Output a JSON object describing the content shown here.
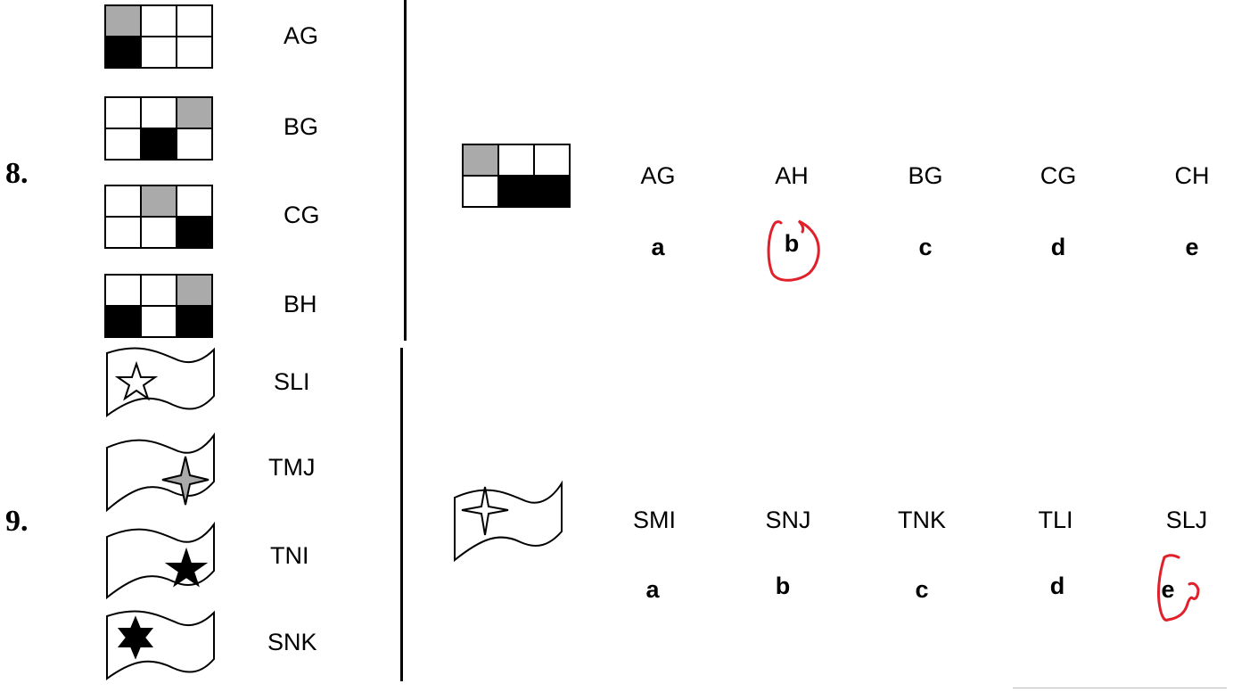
{
  "questions": [
    {
      "number": "8.",
      "examples": [
        {
          "code": "AG",
          "figure": "grid-gray-top-left-black-bottom-left"
        },
        {
          "code": "BG",
          "figure": "grid-gray-top-right-black-bottom-middle"
        },
        {
          "code": "CG",
          "figure": "grid-gray-top-middle-black-bottom-right"
        },
        {
          "code": "BH",
          "figure": "grid-gray-top-right-black-bottom-left-and-right"
        }
      ],
      "target_figure": "grid-gray-top-left-black-bottom-middle-and-right",
      "options": [
        {
          "code": "AG",
          "letter": "a"
        },
        {
          "code": "AH",
          "letter": "b"
        },
        {
          "code": "BG",
          "letter": "c"
        },
        {
          "code": "CG",
          "letter": "d"
        },
        {
          "code": "CH",
          "letter": "e"
        }
      ],
      "circled_answer": "b"
    },
    {
      "number": "9.",
      "examples": [
        {
          "code": "SLI",
          "figure": "flag-white-five-point-star-left"
        },
        {
          "code": "TMJ",
          "figure": "flag-gray-four-point-star-right"
        },
        {
          "code": "TNI",
          "figure": "flag-black-five-point-star-right"
        },
        {
          "code": "SNK",
          "figure": "flag-black-six-point-star-left"
        }
      ],
      "target_figure": "flag-white-four-point-star-left",
      "options": [
        {
          "code": "SMI",
          "letter": "a"
        },
        {
          "code": "SNJ",
          "letter": "b"
        },
        {
          "code": "TNK",
          "letter": "c"
        },
        {
          "code": "TLI",
          "letter": "d"
        },
        {
          "code": "SLJ",
          "letter": "e"
        }
      ],
      "circled_answer": "e"
    }
  ],
  "colors": {
    "ink": "#000000",
    "gray_fill": "#aaaaaa",
    "answer_circle": "#e0202a"
  }
}
